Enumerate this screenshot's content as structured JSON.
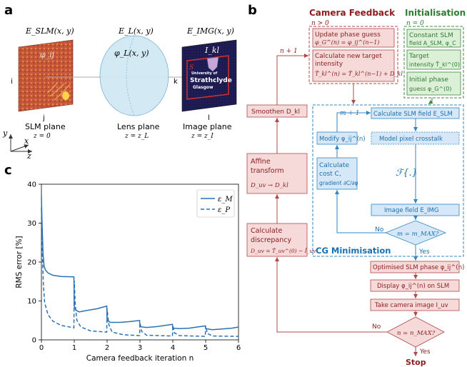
{
  "panels": {
    "a": {
      "label": "a",
      "field_slm": "E_SLM(x, y)",
      "field_lens": "E_L(x, y)",
      "field_img": "E_IMG(x, y)",
      "phi_slm": "φ_ij",
      "phi_lens": "φ_L(x, y)",
      "I_kl": "I_kl",
      "idx_i_left": "i",
      "idx_j": "j",
      "idx_k": "k",
      "idx_l": "l",
      "S_label": "S",
      "logo_line1": "University of",
      "logo_line2": "Strathclyde",
      "logo_line3": "Glasgow",
      "slm_plane": "SLM plane",
      "slm_z": "z = 0",
      "lens_plane": "Lens plane",
      "lens_z": "z = z_L",
      "img_plane": "Image plane",
      "img_z": "z = z_I",
      "axis_y": "y",
      "axis_x": "x",
      "axis_z": "z"
    },
    "b": {
      "label": "b",
      "camera_feedback_title": "Camera Feedback",
      "cf_cond": "n > 0",
      "initialisation_title": "Initialisation",
      "init_cond": "n = 0",
      "n_plus_1": "n + 1",
      "m_plus_1": "m + 1",
      "update_phase_l1": "Update phase guess",
      "update_phase_l2": "φ_G^(n) = φ_ij^(n−1)",
      "calc_target_l1": "Calculate new target",
      "calc_target_l2": "intensity",
      "calc_target_l3": "T̃_kl^(n) = T̃_kl^(n−1) + D_kl",
      "const_slm_l1": "Constant SLM",
      "const_slm_l2": "field A_SLM, φ_C",
      "target_int_l1": "Target",
      "target_int_l2": "intensity T̃_kl^(0)",
      "init_phase_l1": "Initial phase",
      "init_phase_l2": "guess φ_G^(0)",
      "smoothen": "Smoothen D_kl",
      "calc_slm_field": "Calculate SLM field E_SLM",
      "modify": "Modify φ_ij^(n)",
      "model_crosstalk": "Model pixel crosstalk",
      "affine_l1": "Affine",
      "affine_l2": "transform",
      "affine_l3": "D_uv → D_kl",
      "calc_cost_l1": "Calculate",
      "calc_cost_l2": "cost C,",
      "calc_cost_l3": "gradient ∂C/∂φ",
      "fourier": "ℱ{.}",
      "image_field": "Image field E_IMG",
      "calc_disc_l1": "Calculate",
      "calc_disc_l2": "discrepancy",
      "calc_disc_l3": "D_uv = T̂_uv^(0) − Î_uv",
      "m_cond": "m = m_MAX?",
      "no1": "No",
      "yes1": "Yes",
      "cg_title": "CG Minimisation",
      "opt_slm": "Optimised SLM phase φ_ij^(n)",
      "display": "Display φ_ij^(n) on SLM",
      "take_camera": "Take camera image I_uv",
      "n_cond": "n = n_MAX?",
      "no2": "No",
      "yes2": "Yes",
      "stop": "Stop"
    },
    "c": {
      "label": "c"
    }
  },
  "colors": {
    "red_fill": "#f6d9d9",
    "red_stroke": "#b24848",
    "red_text": "#8b1d1d",
    "blue_fill": "#d6e8f7",
    "blue_stroke": "#2f86c6",
    "blue_text": "#1a6fb0",
    "green_fill": "#dcefd7",
    "green_stroke": "#3d8b3d",
    "green_text": "#2e7d32",
    "plot_line": "#2a72b5"
  },
  "chart_data": {
    "type": "line",
    "xlabel": "Camera feedback iteration n",
    "ylabel": "RMS error [%]",
    "xlim": [
      0,
      6
    ],
    "ylim": [
      0,
      40
    ],
    "xticks": [
      0,
      1,
      2,
      3,
      4,
      5,
      6
    ],
    "yticks": [
      0,
      10,
      20,
      30,
      40
    ],
    "grid": false,
    "legend_position": "top-right",
    "series": [
      {
        "name": "ε_M",
        "style": "solid",
        "points": [
          [
            0.0,
            37.0
          ],
          [
            0.02,
            30.0
          ],
          [
            0.05,
            22.0
          ],
          [
            0.08,
            19.0
          ],
          [
            0.12,
            18.0
          ],
          [
            0.2,
            17.2
          ],
          [
            0.35,
            16.6
          ],
          [
            0.6,
            16.3
          ],
          [
            0.99,
            16.2
          ],
          [
            1.0,
            8.5
          ],
          [
            1.05,
            7.6
          ],
          [
            1.15,
            7.2
          ],
          [
            1.4,
            7.6
          ],
          [
            1.7,
            8.0
          ],
          [
            1.99,
            8.7
          ],
          [
            2.0,
            5.0
          ],
          [
            2.1,
            4.5
          ],
          [
            2.4,
            4.5
          ],
          [
            2.7,
            4.7
          ],
          [
            2.99,
            5.0
          ],
          [
            3.0,
            3.4
          ],
          [
            3.2,
            3.2
          ],
          [
            3.5,
            3.4
          ],
          [
            3.99,
            4.0
          ],
          [
            4.0,
            3.0
          ],
          [
            4.2,
            2.9
          ],
          [
            4.5,
            3.0
          ],
          [
            4.99,
            3.6
          ],
          [
            5.0,
            2.9
          ],
          [
            5.2,
            2.6
          ],
          [
            5.5,
            2.8
          ],
          [
            5.8,
            3.0
          ],
          [
            6.0,
            3.3
          ]
        ]
      },
      {
        "name": "ε_P",
        "style": "dashed",
        "points": [
          [
            0.0,
            34.0
          ],
          [
            0.03,
            22.0
          ],
          [
            0.06,
            14.0
          ],
          [
            0.1,
            9.5
          ],
          [
            0.2,
            6.5
          ],
          [
            0.35,
            4.8
          ],
          [
            0.6,
            3.7
          ],
          [
            0.99,
            3.1
          ],
          [
            1.0,
            15.2
          ],
          [
            1.03,
            9.0
          ],
          [
            1.08,
            5.0
          ],
          [
            1.2,
            3.3
          ],
          [
            1.5,
            2.3
          ],
          [
            1.99,
            2.0
          ],
          [
            2.0,
            8.0
          ],
          [
            2.05,
            4.0
          ],
          [
            2.15,
            2.0
          ],
          [
            2.5,
            1.3
          ],
          [
            2.99,
            1.1
          ],
          [
            3.0,
            4.4
          ],
          [
            3.05,
            2.2
          ],
          [
            3.2,
            1.2
          ],
          [
            3.99,
            1.0
          ],
          [
            4.0,
            3.7
          ],
          [
            4.05,
            1.8
          ],
          [
            4.2,
            1.1
          ],
          [
            4.99,
            0.9
          ],
          [
            5.0,
            3.6
          ],
          [
            5.05,
            1.7
          ],
          [
            5.2,
            1.0
          ],
          [
            5.99,
            0.9
          ],
          [
            6.0,
            1.0
          ]
        ]
      }
    ]
  }
}
